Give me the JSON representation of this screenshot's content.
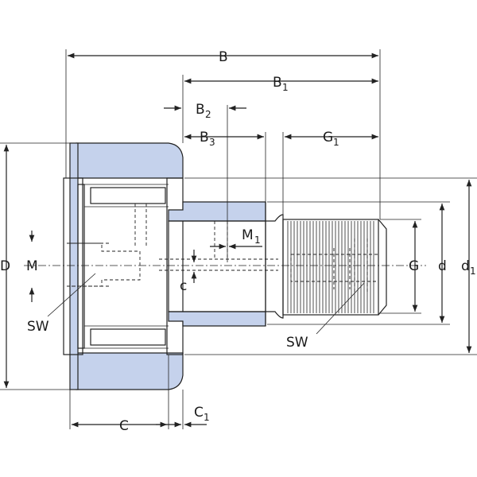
{
  "diagram": {
    "labels": {
      "B": "B",
      "B1": "B",
      "B1_sub": "1",
      "B2": "B",
      "B2_sub": "2",
      "B3": "B",
      "B3_sub": "3",
      "G1": "G",
      "G1_sub": "1",
      "M1": "M",
      "M1_sub": "1",
      "D": "D",
      "M": "M",
      "SW_left": "SW",
      "SW_right": "SW",
      "c": "c",
      "G": "G",
      "d": "d",
      "d1": "d",
      "d1_sub": "1",
      "C": "C",
      "C1": "C",
      "C1_sub": "1"
    },
    "colors": {
      "fill": "#c5d2ec",
      "line": "#222222"
    }
  }
}
